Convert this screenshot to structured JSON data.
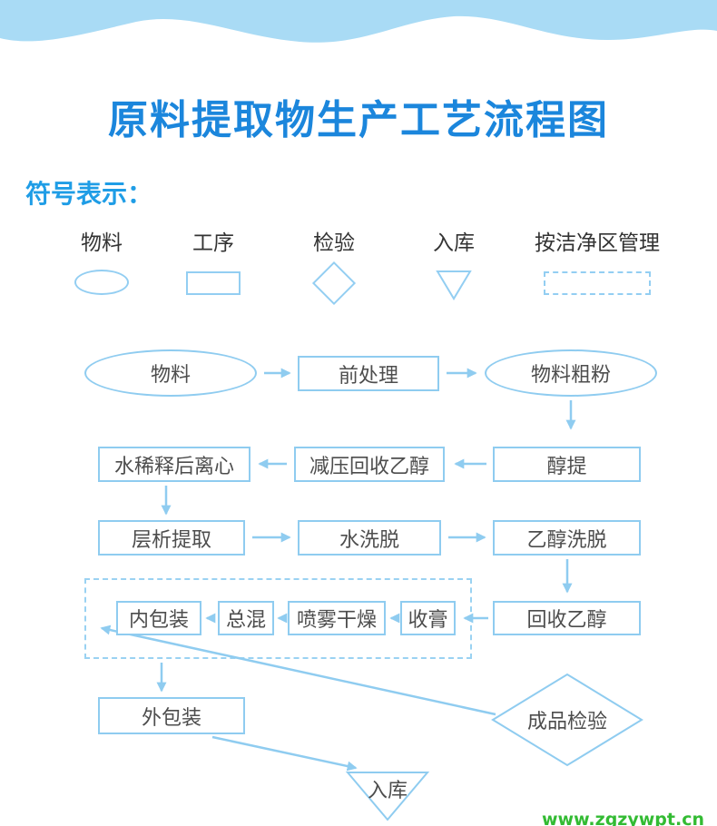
{
  "page": {
    "title": "原料提取物生产工艺流程图",
    "watermark": "www.zgzywpt.cn"
  },
  "colors": {
    "title_blue": "#1b86dc",
    "heading_blue": "#1f9de6",
    "shape_outline_blue": "#8fccf0",
    "wave_blue": "#a9dbf5",
    "node_text": "#4d4d4d",
    "watermark_green": "#33bb33"
  },
  "legend": {
    "heading": "符号表示：",
    "items": [
      {
        "label": "物料",
        "shape": "ellipse"
      },
      {
        "label": "工序",
        "shape": "rect"
      },
      {
        "label": "检验",
        "shape": "diamond"
      },
      {
        "label": "入库",
        "shape": "triangle-down"
      },
      {
        "label": "按洁净区管理",
        "shape": "dashed-rect"
      }
    ]
  },
  "flowchart": {
    "nodes": {
      "material": {
        "label": "物料",
        "shape": "ellipse"
      },
      "pretreatment": {
        "label": "前处理",
        "shape": "rect"
      },
      "coarse_powder": {
        "label": "物料粗粉",
        "shape": "ellipse"
      },
      "centrifuge": {
        "label": "水稀释后离心",
        "shape": "rect"
      },
      "vacuum_recovery": {
        "label": "减压回收乙醇",
        "shape": "rect"
      },
      "alcohol_extract": {
        "label": "醇提",
        "shape": "rect"
      },
      "chromatography": {
        "label": "层析提取",
        "shape": "rect"
      },
      "water_elution": {
        "label": "水洗脱",
        "shape": "rect"
      },
      "ethanol_elution": {
        "label": "乙醇洗脱",
        "shape": "rect"
      },
      "inner_packing": {
        "label": "内包装",
        "shape": "rect",
        "zone": "clean-area"
      },
      "total_mixing": {
        "label": "总混",
        "shape": "rect",
        "zone": "clean-area"
      },
      "spray_drying": {
        "label": "喷雾干燥",
        "shape": "rect",
        "zone": "clean-area"
      },
      "paste_collection": {
        "label": "收膏",
        "shape": "rect",
        "zone": "clean-area"
      },
      "ethanol_recovery": {
        "label": "回收乙醇",
        "shape": "rect"
      },
      "outer_packing": {
        "label": "外包装",
        "shape": "rect"
      },
      "product_inspection": {
        "label": "成品检验",
        "shape": "diamond"
      },
      "warehousing": {
        "label": "入库",
        "shape": "triangle-down"
      }
    },
    "edges": [
      {
        "from": "material",
        "to": "pretreatment"
      },
      {
        "from": "pretreatment",
        "to": "coarse_powder"
      },
      {
        "from": "coarse_powder",
        "to": "alcohol_extract"
      },
      {
        "from": "alcohol_extract",
        "to": "vacuum_recovery"
      },
      {
        "from": "vacuum_recovery",
        "to": "centrifuge"
      },
      {
        "from": "centrifuge",
        "to": "chromatography"
      },
      {
        "from": "chromatography",
        "to": "water_elution"
      },
      {
        "from": "water_elution",
        "to": "ethanol_elution"
      },
      {
        "from": "ethanol_elution",
        "to": "ethanol_recovery"
      },
      {
        "from": "ethanol_recovery",
        "to": "paste_collection"
      },
      {
        "from": "paste_collection",
        "to": "spray_drying"
      },
      {
        "from": "spray_drying",
        "to": "total_mixing"
      },
      {
        "from": "total_mixing",
        "to": "inner_packing"
      },
      {
        "from": "inner_packing",
        "to": "outer_packing"
      },
      {
        "from": "product_inspection",
        "to": "inner_packing"
      },
      {
        "from": "outer_packing",
        "to": "warehousing"
      }
    ]
  }
}
